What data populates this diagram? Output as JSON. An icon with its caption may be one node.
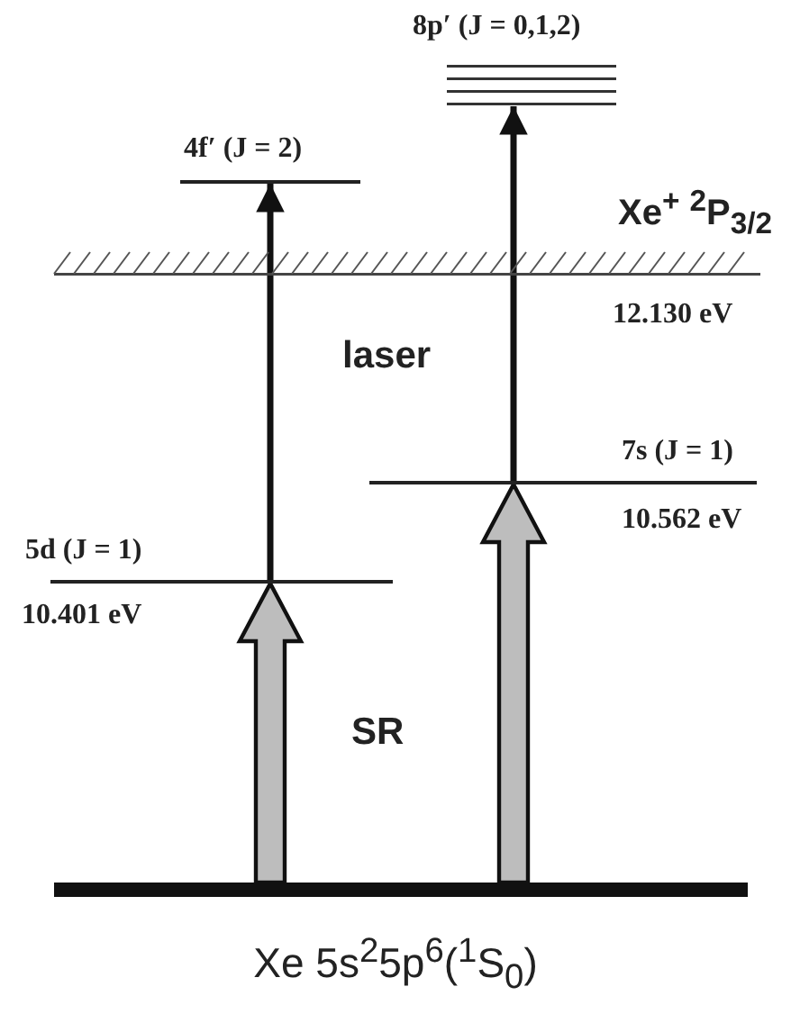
{
  "diagram": {
    "nodes": [
      {
        "text": [
          "8p′ (J = 0,1,2)"
        ]
      },
      {
        "text": [
          "4f′ (J = 2)"
        ]
      },
      {
        "text": [
          "Xe$^{+}$ $^{2}$P$_{3/2}$"
        ],
        "beside": [
          "12.130 eV"
        ]
      },
      {
        "text": [
          "7s (J = 1)"
        ],
        "beside": [
          "10.562 eV"
        ]
      },
      {
        "text": [
          "5d (J = 1)"
        ],
        "beside": [
          "10.401 eV"
        ]
      },
      {
        "text": [
          "Xe 5s$^{2}$5p$^{6}$($^{1}$S$_{0}$)"
        ]
      }
    ],
    "edges": [
      {
        "from": 5,
        "to": 4,
        "arrow": "to",
        "style": "thick",
        "color": "#bdbdbd"
      },
      {
        "from": 5,
        "to": 3,
        "arrow": "to",
        "style": "thick",
        "color": "#bdbdbd"
      },
      {
        "from": 4,
        "to": 1,
        "arrow": "to"
      },
      {
        "from": 3,
        "to": 0,
        "arrow": "to"
      }
    ],
    "labels": [
      "laser",
      "SR"
    ]
  }
}
